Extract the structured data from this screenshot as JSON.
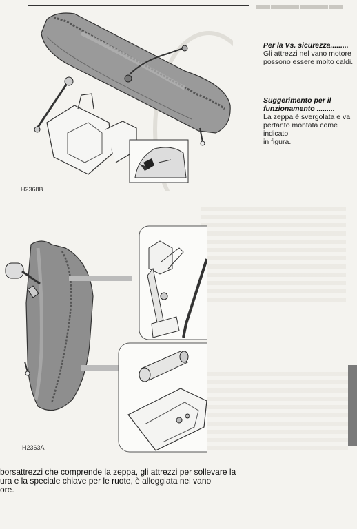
{
  "figures": {
    "top_code": "H2368B",
    "bottom_code": "H2363A"
  },
  "notes": [
    {
      "title": "Per la Vs. sicurezza.........",
      "body": [
        "Gli attrezzi nel vano motore",
        "possono essere molto caldi."
      ]
    },
    {
      "title": "Suggerimento per il",
      "title2": "funzionamento .........",
      "body": [
        "La zeppa è svergolata e va",
        "pertanto montata come indicato",
        "in figura."
      ]
    }
  ],
  "caption": {
    "lines": [
      "borsattrezzi che comprende la zeppa, gli attrezzi per sollevare la",
      "ura e la speciale chiave per le ruote, è alloggiata nel vano",
      "ore."
    ]
  },
  "colors": {
    "paper": "#f4f3ef",
    "ink": "#1e1e1e",
    "bag": "#8e8e8e",
    "tab": "#7a7a7a"
  }
}
